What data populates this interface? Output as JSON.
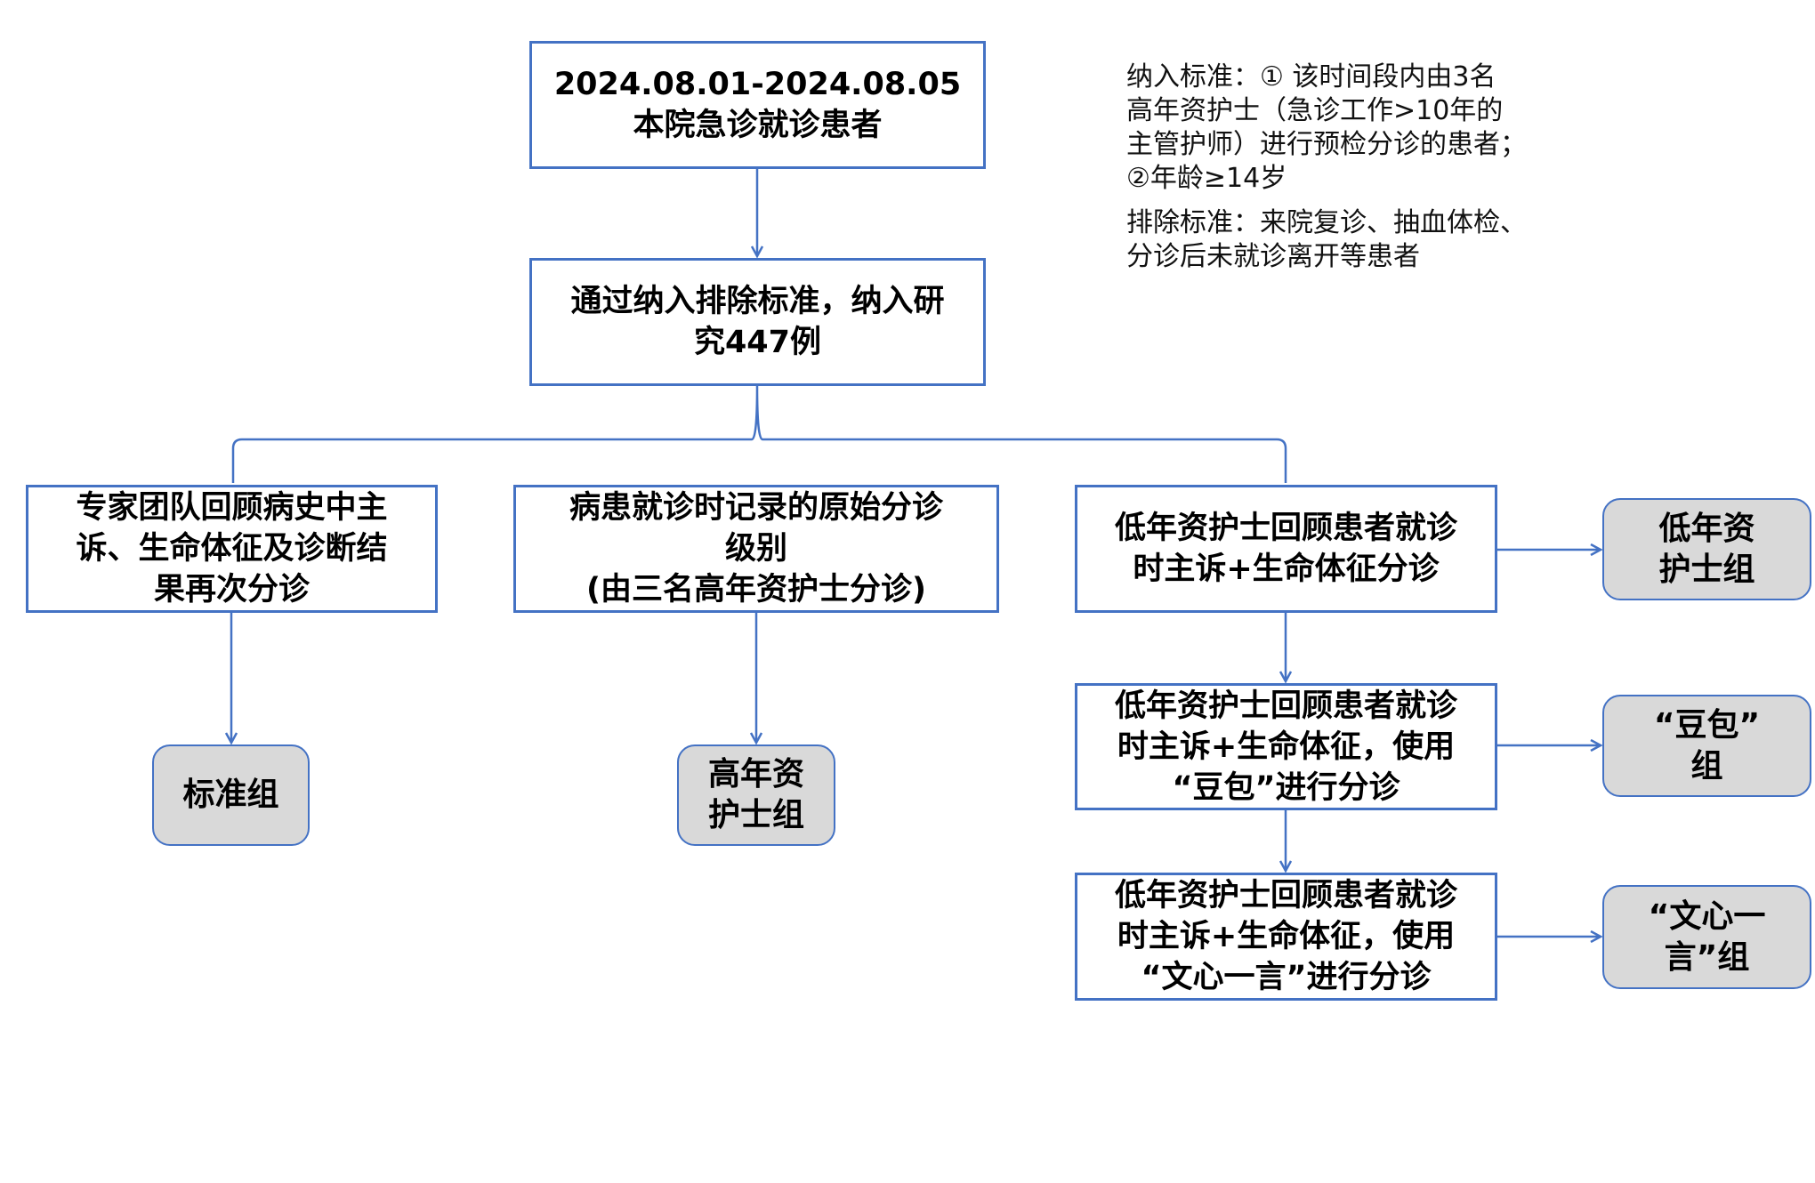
{
  "boxes": {
    "source": "2024.08.01-2024.08.05\n本院急诊就诊患者",
    "enrolled": "通过纳入排除标准，纳入研\n究447例",
    "expert": "专家团队回顾病史中主\n诉、生命体征及诊断结\n果再次分诊",
    "original": "病患就诊时记录的原始分诊\n级别\n(由三名高年资护士分诊)",
    "junior": "低年资护士回顾患者就诊\n时主诉+生命体征分诊",
    "doubao": "低年资护士回顾患者就诊\n时主诉+生命体征，使用\n“豆包”进行分诊",
    "wenxin": "低年资护士回顾患者就诊\n时主诉+生命体征，使用\n“文心一言”进行分诊"
  },
  "groups": {
    "standard": "标准组",
    "senior": "高年资\n护士组",
    "junior": "低年资\n护士组",
    "doubao": "“豆包”\n组",
    "wenxin": "“文心一\n言”组"
  },
  "criteria": {
    "inclusion": "纳入标准：① 该时间段内由3名\n高年资护士（急诊工作>10年的\n主管护师）进行预检分诊的患者；\n②年龄≥14岁",
    "exclusion": "排除标准：来院复诊、抽血体检、\n分诊后未就诊离开等患者"
  },
  "colors": {
    "line": "#4472C4",
    "group_fill": "#d9d9d9"
  }
}
